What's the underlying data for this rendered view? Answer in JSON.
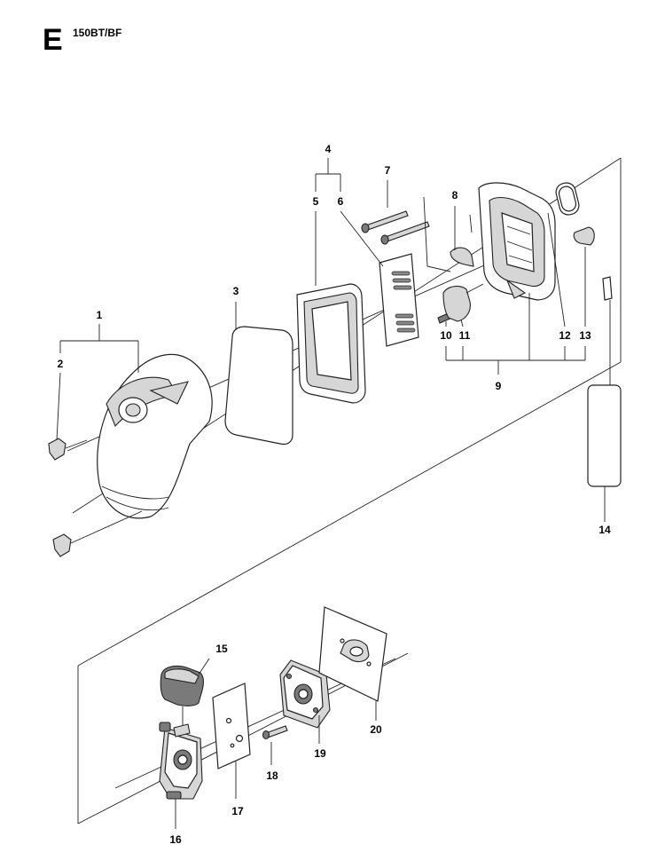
{
  "header": {
    "section_letter": "E",
    "model": "150BT/BF"
  },
  "callouts": [
    {
      "id": "1",
      "label": "1"
    },
    {
      "id": "2",
      "label": "2"
    },
    {
      "id": "3",
      "label": "3"
    },
    {
      "id": "4",
      "label": "4"
    },
    {
      "id": "5",
      "label": "5"
    },
    {
      "id": "6",
      "label": "6"
    },
    {
      "id": "7",
      "label": "7"
    },
    {
      "id": "8",
      "label": "8"
    },
    {
      "id": "9",
      "label": "9"
    },
    {
      "id": "10",
      "label": "10"
    },
    {
      "id": "11",
      "label": "11"
    },
    {
      "id": "12",
      "label": "12"
    },
    {
      "id": "13",
      "label": "13"
    },
    {
      "id": "14",
      "label": "14"
    },
    {
      "id": "15",
      "label": "15"
    },
    {
      "id": "16",
      "label": "16"
    },
    {
      "id": "17",
      "label": "17"
    },
    {
      "id": "18",
      "label": "18"
    },
    {
      "id": "19",
      "label": "19"
    },
    {
      "id": "20",
      "label": "20"
    }
  ]
}
